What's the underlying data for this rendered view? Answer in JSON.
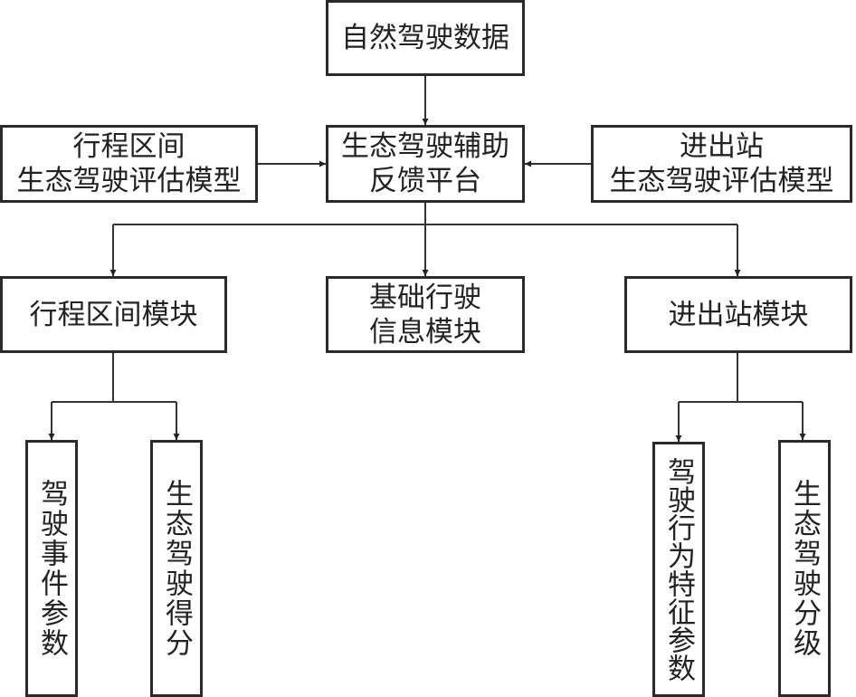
{
  "diagram": {
    "nodes": {
      "natural_driving_data": {
        "lines": [
          "自然驾驶数据"
        ]
      },
      "platform": {
        "lines": [
          "生态驾驶辅助",
          "反馈平台"
        ]
      },
      "section_model": {
        "lines": [
          "行程区间",
          "生态驾驶评估模型"
        ]
      },
      "station_model": {
        "lines": [
          "进出站",
          "生态驾驶评估模型"
        ]
      },
      "section_module": {
        "lines": [
          "行程区间模块"
        ]
      },
      "basic_info_module": {
        "lines": [
          "基础行驶",
          "信息模块"
        ]
      },
      "station_module": {
        "lines": [
          "进出站模块"
        ]
      },
      "driving_event_params": {
        "text": "驾驶事件参数"
      },
      "eco_driving_score": {
        "text": "生态驾驶得分"
      },
      "behavior_feature_params": {
        "text": "驾驶行为特征参数"
      },
      "eco_driving_grade": {
        "text": "生态驾驶分级"
      }
    },
    "edges": [
      {
        "from": "natural_driving_data",
        "to": "platform"
      },
      {
        "from": "section_model",
        "to": "platform"
      },
      {
        "from": "station_model",
        "to": "platform"
      },
      {
        "from": "platform",
        "to": "section_module"
      },
      {
        "from": "platform",
        "to": "basic_info_module"
      },
      {
        "from": "platform",
        "to": "station_module"
      },
      {
        "from": "section_module",
        "to": "driving_event_params"
      },
      {
        "from": "section_module",
        "to": "eco_driving_score"
      },
      {
        "from": "station_module",
        "to": "behavior_feature_params"
      },
      {
        "from": "station_module",
        "to": "eco_driving_grade"
      }
    ]
  }
}
